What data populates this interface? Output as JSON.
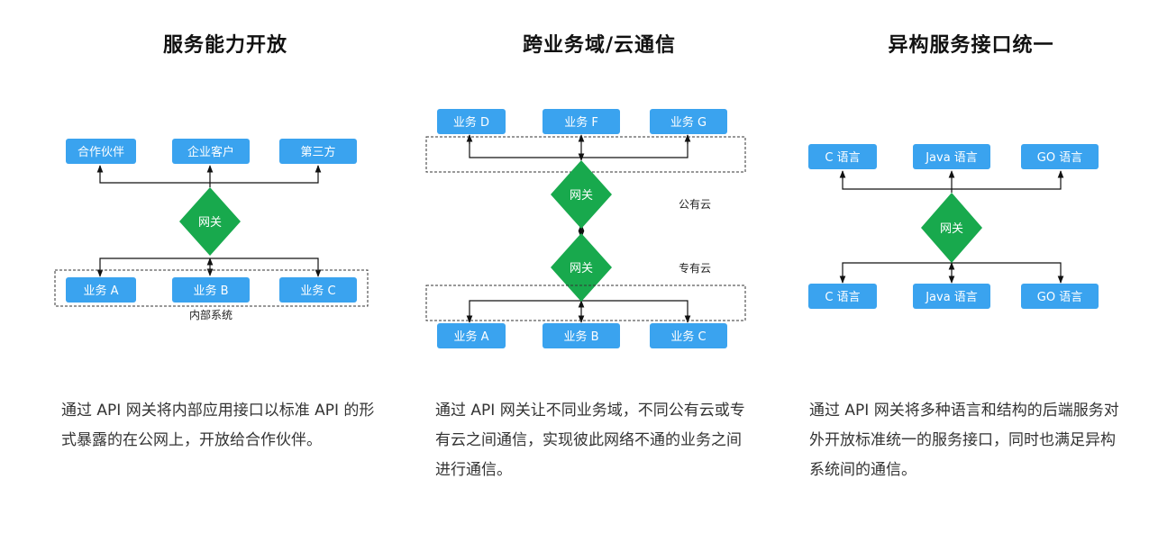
{
  "panels": [
    {
      "title": "服务能力开放",
      "description": "通过 API 网关将内部应用接口以标准 API 的形式暴露的在公网上，开放给合作伙伴。",
      "top_nodes": [
        "合作伙伴",
        "企业客户",
        "第三方"
      ],
      "gateway": "网关",
      "bottom_nodes": [
        "业务 A",
        "业务 B",
        "业务 C"
      ],
      "group_label": "内部系统"
    },
    {
      "title": "跨业务域/云通信",
      "description": "通过 API 网关让不同业务域，不同公有云或专有云之间通信，实现彼此网络不通的业务之间进行通信。",
      "top_nodes": [
        "业务 D",
        "业务 F",
        "业务 G"
      ],
      "gateway_top": "网关",
      "gateway_bottom": "网关",
      "public_cloud_label": "公有云",
      "private_cloud_label": "专有云",
      "bottom_nodes": [
        "业务 A",
        "业务 B",
        "业务 C"
      ]
    },
    {
      "title": "异构服务接口统一",
      "description": "通过 API 网关将多种语言和结构的后端服务对外开放标准统一的服务接口，同时也满足异构系统间的通信。",
      "top_nodes": [
        "C 语言",
        "Java 语言",
        "GO 语言"
      ],
      "gateway": "网关",
      "bottom_nodes": [
        "C 语言",
        "Java 语言",
        "GO 语言"
      ]
    }
  ],
  "colors": {
    "node": "#3aa3ef",
    "gateway": "#18a94d",
    "text": "#333333"
  }
}
